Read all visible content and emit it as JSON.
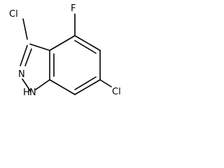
{
  "molecule": {
    "atoms": {
      "chlorine_3": "Cl",
      "fluorine_4": "F",
      "nitrogen_2": "N",
      "nitrogen_1_h": "N",
      "hydrogen_1": "H",
      "chlorine_6": "Cl"
    }
  }
}
